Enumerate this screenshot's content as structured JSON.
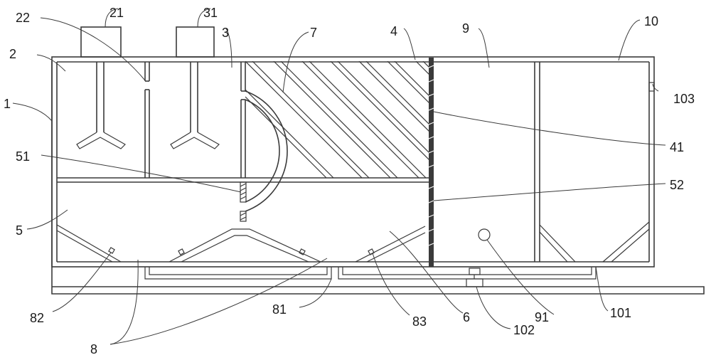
{
  "labels": {
    "l1": "1",
    "l2": "2",
    "l3": "3",
    "l4": "4",
    "l5": "5",
    "l6": "6",
    "l7": "7",
    "l8": "8",
    "l9": "9",
    "l10": "10",
    "l21": "21",
    "l22": "22",
    "l31": "31",
    "l41": "41",
    "l51": "51",
    "l52": "52",
    "l81": "81",
    "l82": "82",
    "l83": "83",
    "l91": "91",
    "l101": "101",
    "l102": "102",
    "l103": "103"
  }
}
